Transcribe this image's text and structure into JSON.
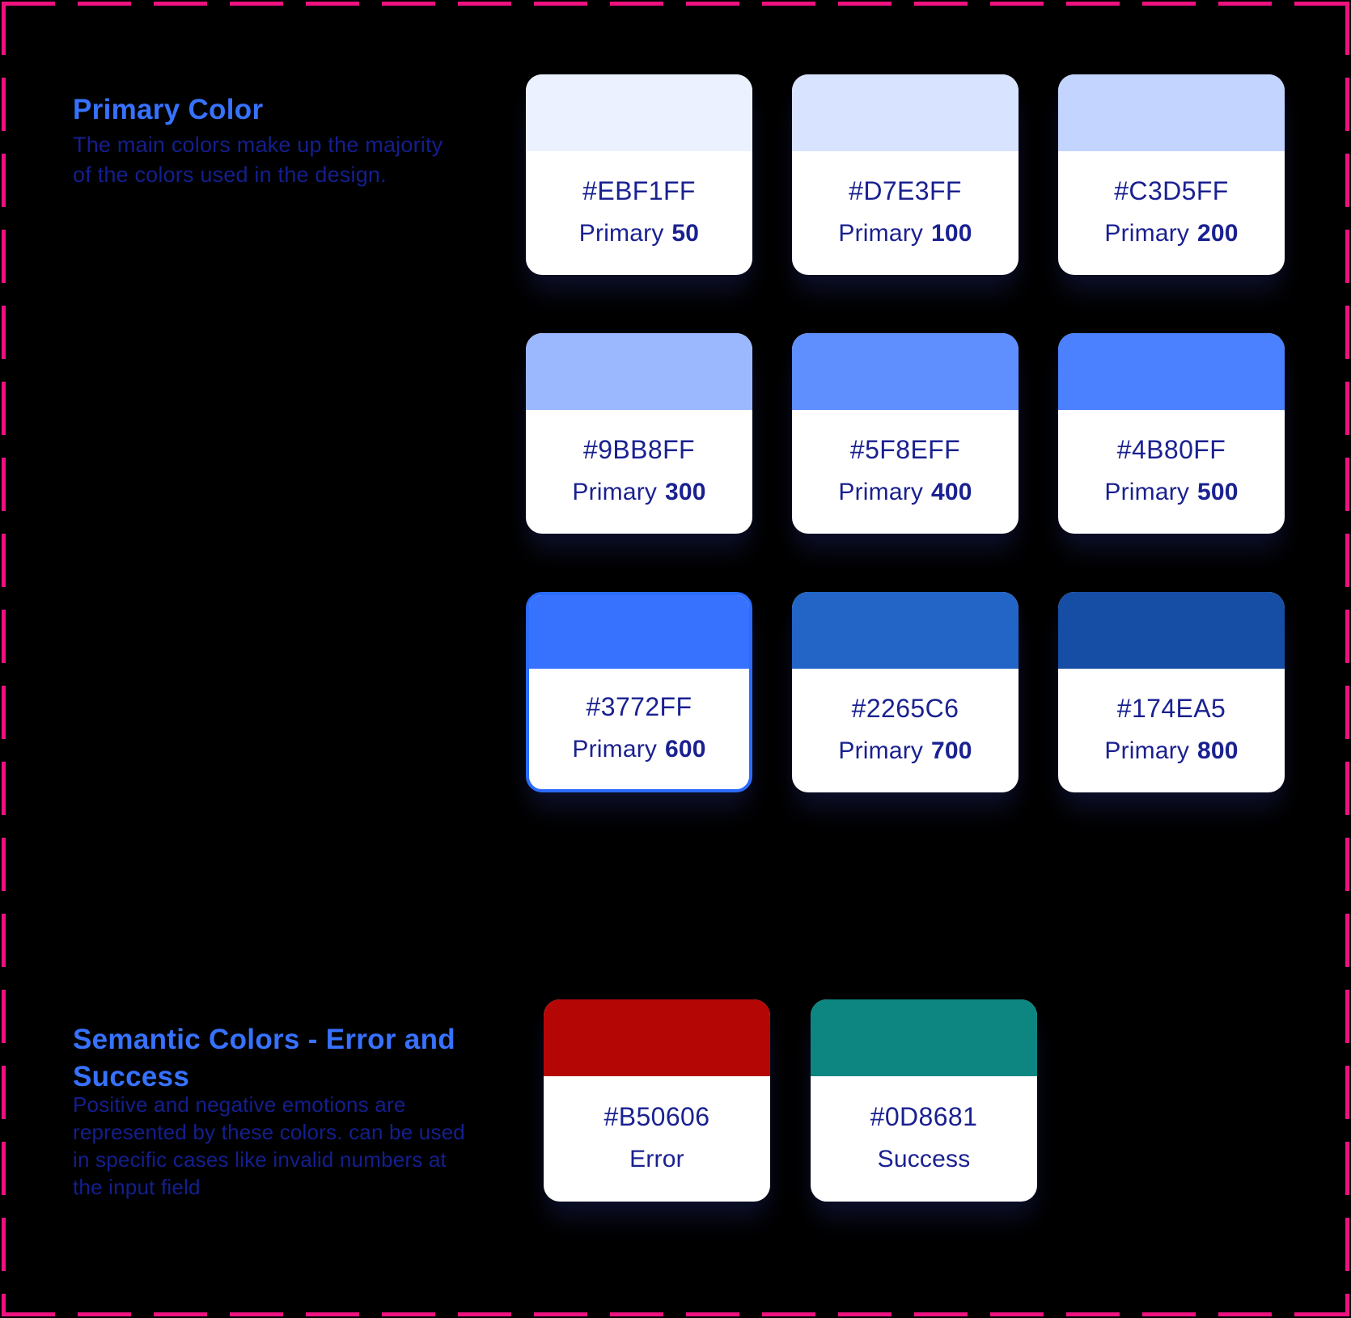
{
  "page": {
    "background": "#000000",
    "selection_border_color": "#ED127F",
    "accent_color": "#3772FF",
    "body_text_color": "#141F8E",
    "card_text_color": "#1A2190"
  },
  "primary_section": {
    "heading": "Primary Color",
    "description_lines": [
      "The main colors make up the majority",
      "of the colors used in the design."
    ],
    "cards": [
      {
        "hex": "#EBF1FF",
        "label": "Primary",
        "weight": "50",
        "selected": false
      },
      {
        "hex": "#D7E3FF",
        "label": "Primary",
        "weight": "100",
        "selected": false
      },
      {
        "hex": "#C3D5FF",
        "label": "Primary",
        "weight": "200",
        "selected": false
      },
      {
        "hex": "#9BB8FF",
        "label": "Primary",
        "weight": "300",
        "selected": false
      },
      {
        "hex": "#5F8EFF",
        "label": "Primary",
        "weight": "400",
        "selected": false
      },
      {
        "hex": "#4B80FF",
        "label": "Primary",
        "weight": "500",
        "selected": false
      },
      {
        "hex": "#3772FF",
        "label": "Primary",
        "weight": "600",
        "selected": true
      },
      {
        "hex": "#2265C6",
        "label": "Primary",
        "weight": "700",
        "selected": false
      },
      {
        "hex": "#174EA5",
        "label": "Primary",
        "weight": "800",
        "selected": false
      }
    ]
  },
  "semantic_section": {
    "heading_lines": [
      "Semantic Colors - Error and",
      "Success"
    ],
    "description_lines": [
      "Positive and negative emotions are",
      "represented by these colors. can be used",
      "in specific cases like invalid numbers at",
      "the input field"
    ],
    "cards": [
      {
        "hex": "#B50606",
        "label": "Error"
      },
      {
        "hex": "#0D8681",
        "label": "Success"
      }
    ]
  }
}
